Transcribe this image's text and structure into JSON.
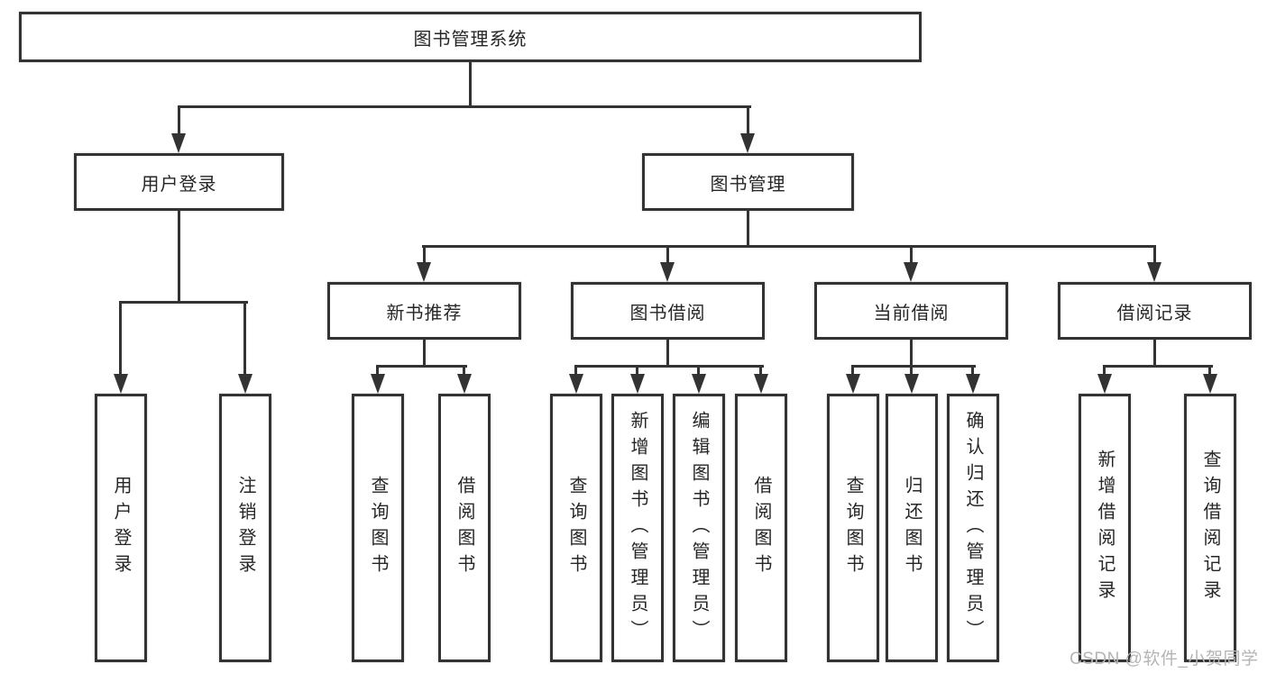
{
  "tree": {
    "root": {
      "label": "图书管理系统"
    },
    "user_login": {
      "label": "用户登录",
      "children": {
        "login": "用户登录",
        "logout": "注销登录"
      }
    },
    "book_mgmt": {
      "label": "图书管理",
      "children": {
        "new_rec": {
          "label": "新书推荐",
          "children": {
            "query": "查询图书",
            "borrow": "借阅图书"
          }
        },
        "borrow": {
          "label": "图书借阅",
          "children": {
            "query": "查询图书",
            "add": "新增图书（管理员）",
            "edit": "编辑图书（管理员）",
            "borrow": "借阅图书"
          }
        },
        "current": {
          "label": "当前借阅",
          "children": {
            "query": "查询图书",
            "return": "归还图书",
            "confirm": "确认归还（管理员）"
          }
        },
        "record": {
          "label": "借阅记录",
          "children": {
            "add": "新增借阅记录",
            "query": "查询借阅记录"
          }
        }
      }
    }
  },
  "watermark": {
    "text": "CSDN @软件_小贺同学"
  },
  "colors": {
    "line": "#333333",
    "text": "#262626",
    "watermark": "#b5b5b5",
    "background": "#ffffff"
  }
}
